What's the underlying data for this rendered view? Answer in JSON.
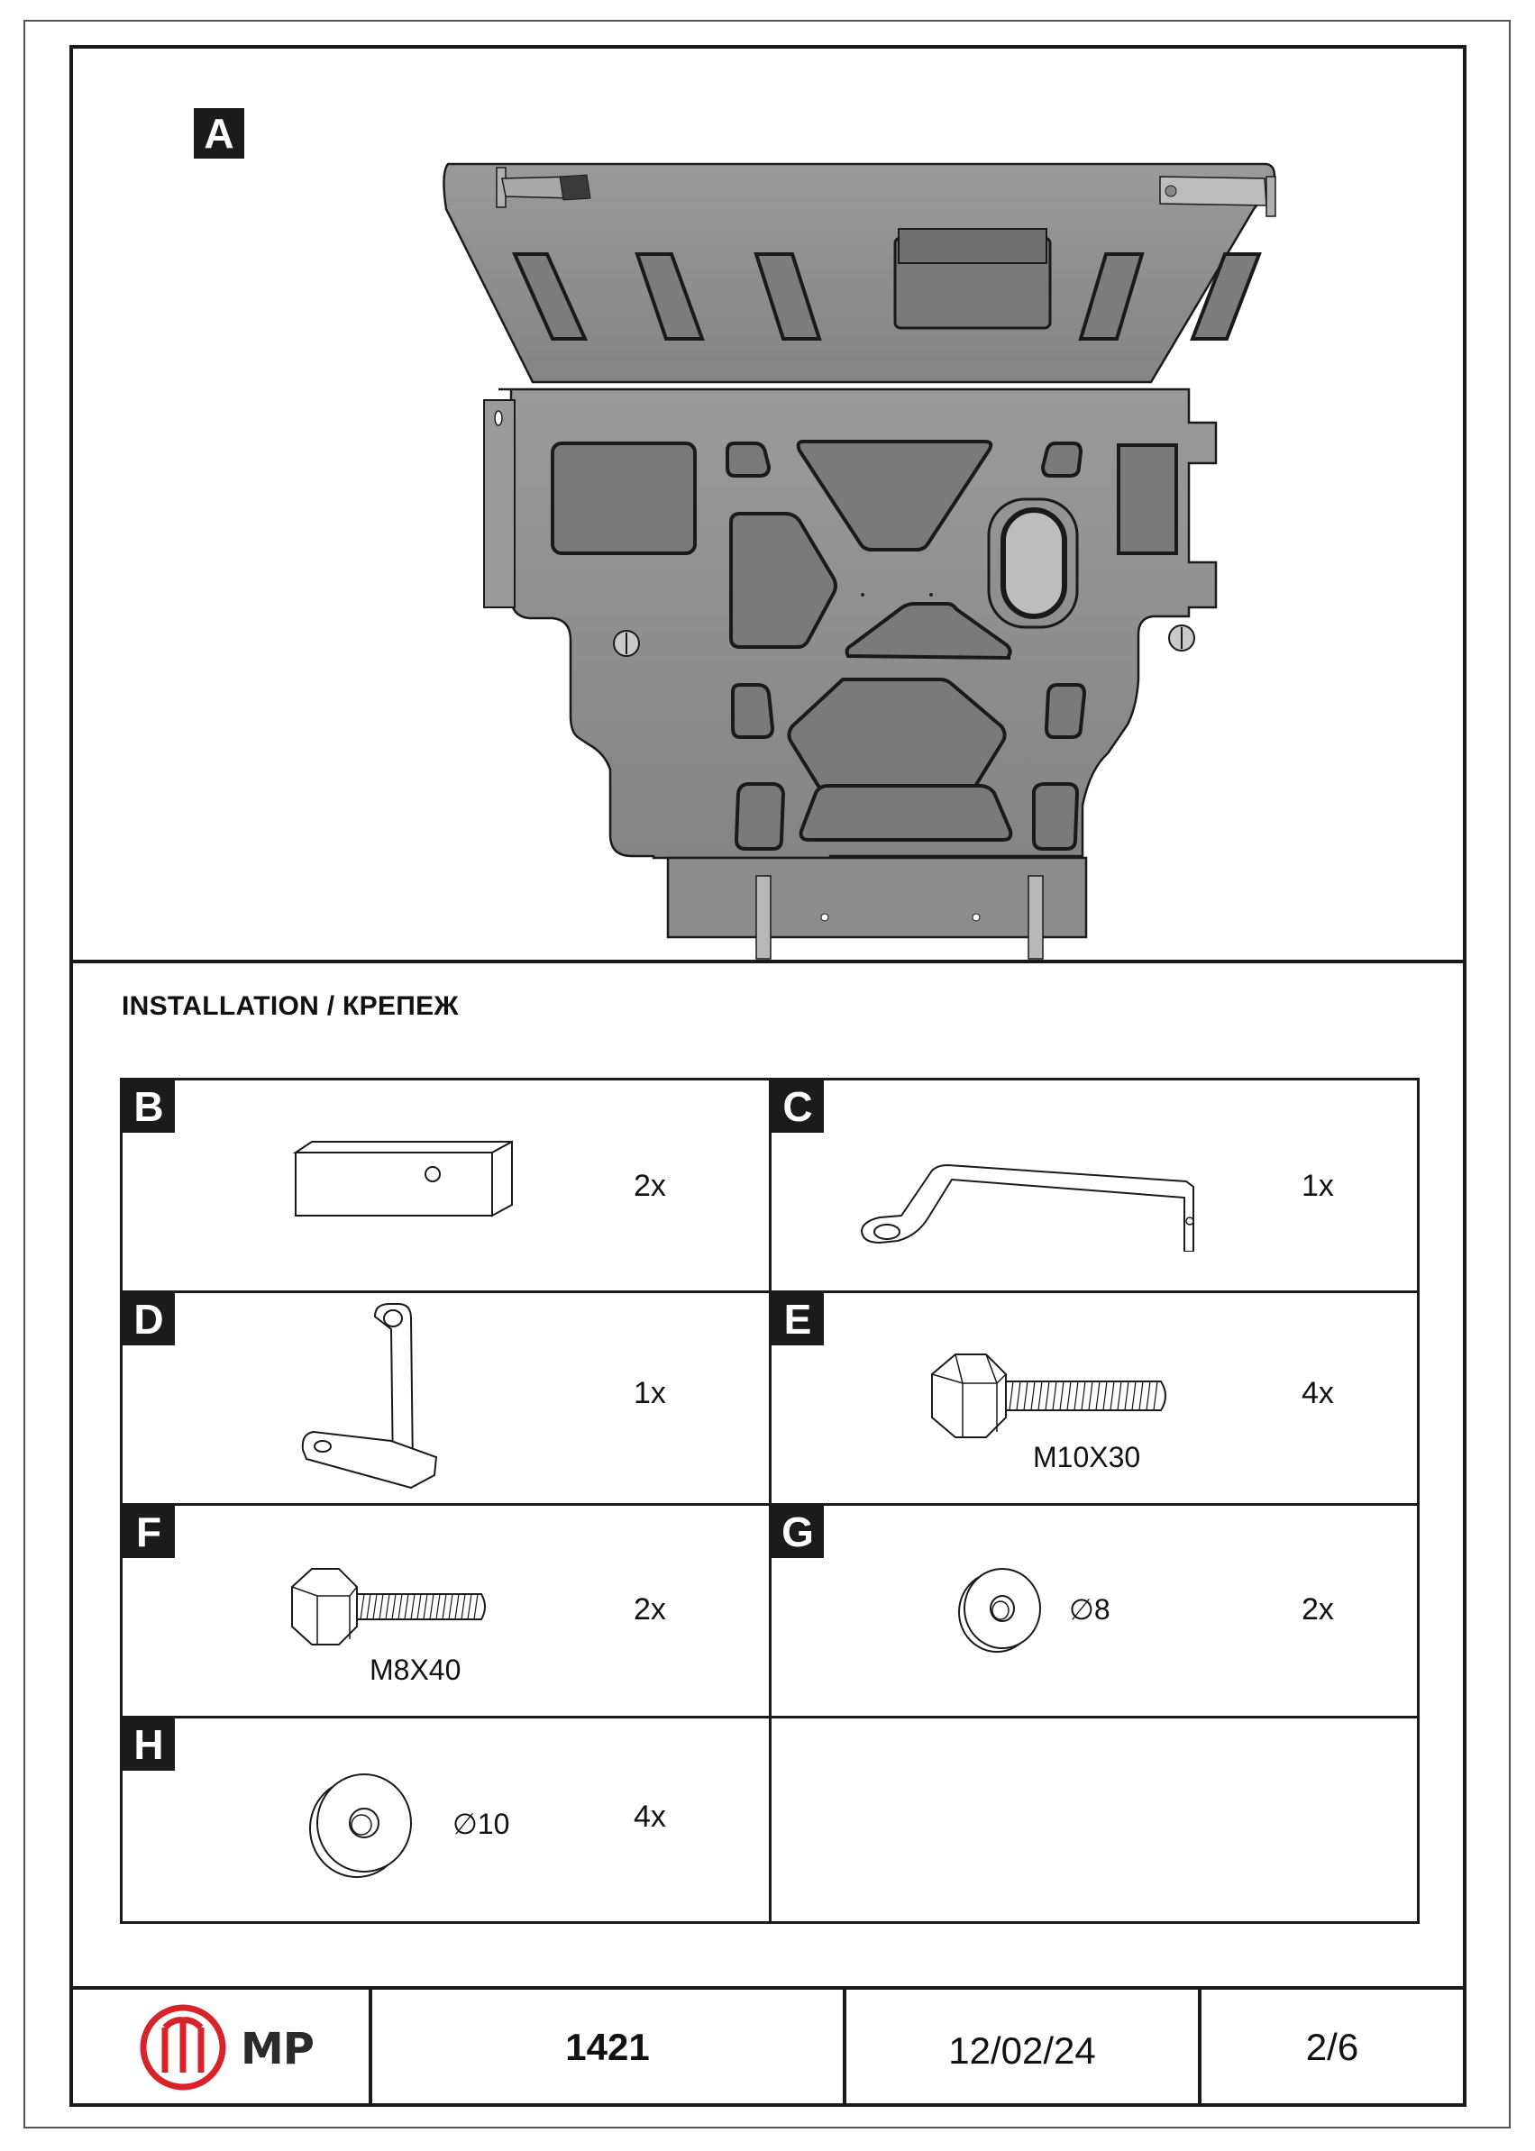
{
  "section_a": {
    "label": "A"
  },
  "installation": {
    "title": "INSTALLATION / КРЕПЕЖ"
  },
  "parts": [
    {
      "letter": "B",
      "quantity": "2x",
      "spec": ""
    },
    {
      "letter": "C",
      "quantity": "1x",
      "spec": ""
    },
    {
      "letter": "D",
      "quantity": "1x",
      "spec": ""
    },
    {
      "letter": "E",
      "quantity": "4x",
      "spec": "M10X30"
    },
    {
      "letter": "F",
      "quantity": "2x",
      "spec": "M8X40"
    },
    {
      "letter": "G",
      "quantity": "2x",
      "spec": "∅8"
    },
    {
      "letter": "H",
      "quantity": "4x",
      "spec": "∅10"
    }
  ],
  "footer": {
    "brand": "MP",
    "part_number": "1421",
    "date": "12/02/24",
    "page": "2/6"
  },
  "colors": {
    "plate": "#8f8f8f",
    "plate_dark": "#6e6e6e",
    "logo_red": "#d8232a",
    "ink": "#1a1a1a"
  }
}
